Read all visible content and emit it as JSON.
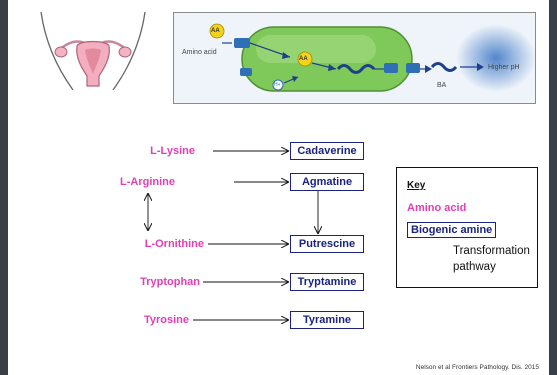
{
  "panel": {
    "amino_acid_label": "Amino acid",
    "aa_badge": "AA",
    "proton_badge": "H+",
    "ba_label": "BA",
    "higher_ph_label": "Higher pH"
  },
  "pathways": [
    {
      "amino_acid": "L-Lysine",
      "amine": "Cadaverine"
    },
    {
      "amino_acid": "L-Arginine",
      "amine": "Agmatine"
    },
    {
      "amino_acid": "L-Ornithine",
      "amine": "Putrescine"
    },
    {
      "amino_acid": "Tryptophan",
      "amine": "Tryptamine"
    },
    {
      "amino_acid": "Tyrosine",
      "amine": "Tyramine"
    }
  ],
  "key": {
    "title": "Key",
    "amino_acid": "Amino acid",
    "biogenic_amine": "Biogenic amine",
    "transformation_line1": "Transformation",
    "transformation_line2": "pathway"
  },
  "citation": "Nelson et al Frontiers Pathology. Dis. 2015",
  "colors": {
    "amino_acid": "#e040b4",
    "biogenic_amine": "#1a237e",
    "bacterium": "#7fc85a"
  }
}
